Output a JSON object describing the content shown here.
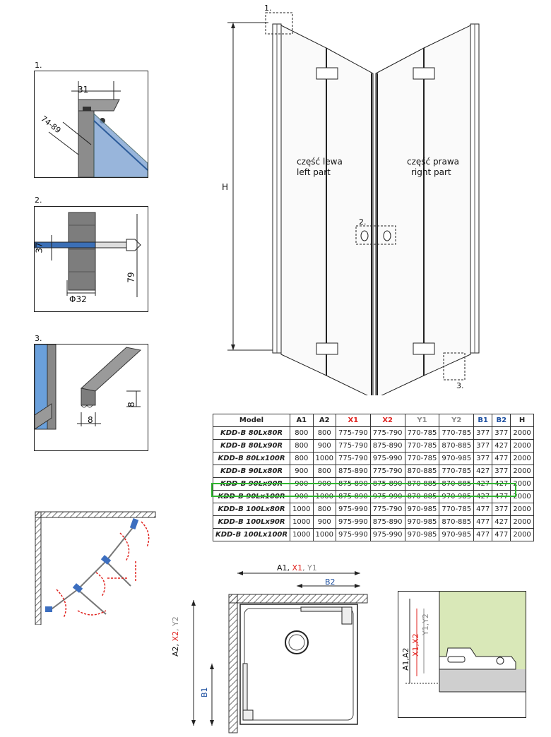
{
  "details": {
    "d1": {
      "num": "1.",
      "w": "31",
      "g": "74-89"
    },
    "d2": {
      "num": "2.",
      "h1": "37",
      "h2": "79",
      "dia": "Φ32"
    },
    "d3": {
      "num": "3.",
      "a": "8",
      "b": "8"
    }
  },
  "main": {
    "h_label": "H",
    "marker1": "1.",
    "marker2": "2.",
    "marker3": "3.",
    "left_pl": "część lewa",
    "left_en": "left part",
    "right_pl": "część prawa",
    "right_en": "right part"
  },
  "colors": {
    "red": "#e0231f",
    "blue": "#1d4fa0",
    "gray": "#8a8a8a",
    "green": "#2fb52f",
    "wall": "#d9e8b8"
  },
  "table": {
    "headers": [
      "Model",
      "A1",
      "A2",
      "X1",
      "X2",
      "Y1",
      "Y2",
      "B1",
      "B2",
      "H"
    ],
    "rows": [
      [
        "KDD-B 80Lx80R",
        "800",
        "800",
        "775-790",
        "775-790",
        "770-785",
        "770-785",
        "377",
        "377",
        "2000"
      ],
      [
        "KDD-B 80Lx90R",
        "800",
        "900",
        "775-790",
        "875-890",
        "770-785",
        "870-885",
        "377",
        "427",
        "2000"
      ],
      [
        "KDD-B 80Lx100R",
        "800",
        "1000",
        "775-790",
        "975-990",
        "770-785",
        "970-985",
        "377",
        "477",
        "2000"
      ],
      [
        "KDD-B 90Lx80R",
        "900",
        "800",
        "875-890",
        "775-790",
        "870-885",
        "770-785",
        "427",
        "377",
        "2000"
      ],
      [
        "KDD-B 90Lx90R",
        "900",
        "900",
        "875-890",
        "875-890",
        "870-885",
        "870-885",
        "427",
        "427",
        "2000"
      ],
      [
        "KDD-B 90Lx100R",
        "900",
        "1000",
        "875-890",
        "975-990",
        "870-885",
        "970-985",
        "427",
        "477",
        "2000"
      ],
      [
        "KDD-B 100Lx80R",
        "1000",
        "800",
        "975-990",
        "775-790",
        "970-985",
        "770-785",
        "477",
        "377",
        "2000"
      ],
      [
        "KDD-B 100Lx90R",
        "1000",
        "900",
        "975-990",
        "875-890",
        "970-985",
        "870-885",
        "477",
        "427",
        "2000"
      ],
      [
        "KDD-B 100Lx100R",
        "1000",
        "1000",
        "975-990",
        "975-990",
        "970-985",
        "970-985",
        "477",
        "477",
        "2000"
      ]
    ]
  },
  "plan": {
    "a1": "A1, ",
    "x1": "X1",
    "y1": ", Y1",
    "b2": "B2",
    "a2": "A2, ",
    "x2": "X2",
    "y2": ", Y2",
    "b1": "B1"
  },
  "section": {
    "a": "A1,A2",
    "x": "X1,X2",
    "y": "Y1,Y2"
  }
}
